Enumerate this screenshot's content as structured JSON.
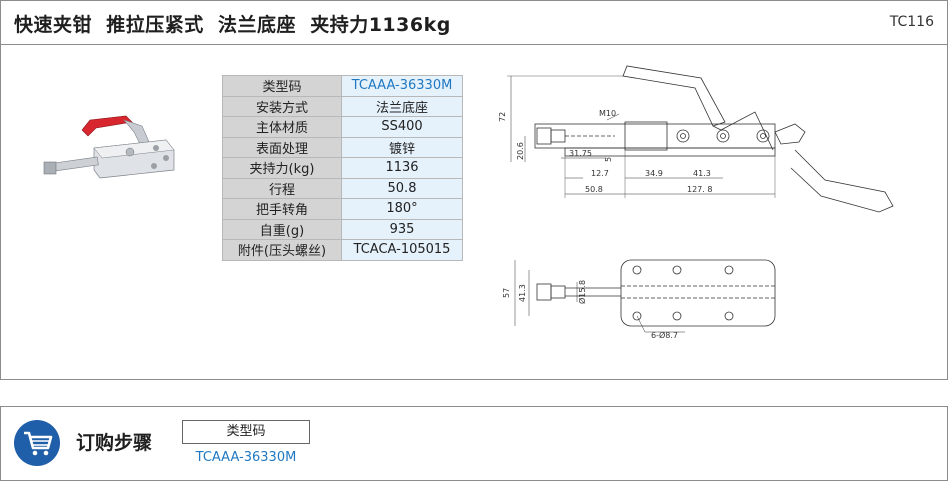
{
  "header": {
    "title": "快速夹钳  推拉压紧式  法兰底座  夹持力1136kg",
    "code": "TC116"
  },
  "spec_table": [
    {
      "key": "类型码",
      "value": "TCAAA-36330M",
      "accent": true
    },
    {
      "key": "安装方式",
      "value": "法兰底座"
    },
    {
      "key": "主体材质",
      "value": "SS400"
    },
    {
      "key": "表面处理",
      "value": "镀锌"
    },
    {
      "key": "夹持力(kg)",
      "value": "1136"
    },
    {
      "key": "行程",
      "value": "50.8"
    },
    {
      "key": "把手转角",
      "value": "180°"
    },
    {
      "key": "自重(g)",
      "value": "935"
    },
    {
      "key": "附件(压头螺丝)",
      "value": "TCACA-105015"
    }
  ],
  "drawing": {
    "top_dims": {
      "d72": "72",
      "d20_6": "20.6",
      "m10": "M10",
      "d31_75": "31.75",
      "d5": "5",
      "d12_7": "12.7",
      "d34_9": "34.9",
      "d41_3": "41.3",
      "d50_8": "50.8",
      "d127_8": "127. 8"
    },
    "bottom_dims": {
      "d57": "57",
      "d41_3": "41.3",
      "dia15_8": "Ø15.8",
      "holes": "6-Ø8.7"
    }
  },
  "colors": {
    "accent_blue": "#1f78c1",
    "badge_blue": "#1f5ea8",
    "handle_red": "#d8262e",
    "key_gray": "#d4d4d4",
    "value_blue": "#e5f2fc"
  },
  "order": {
    "icon": "shopping-cart-icon",
    "title": "订购步骤",
    "box_label": "类型码",
    "code": "TCAAA-36330M"
  }
}
